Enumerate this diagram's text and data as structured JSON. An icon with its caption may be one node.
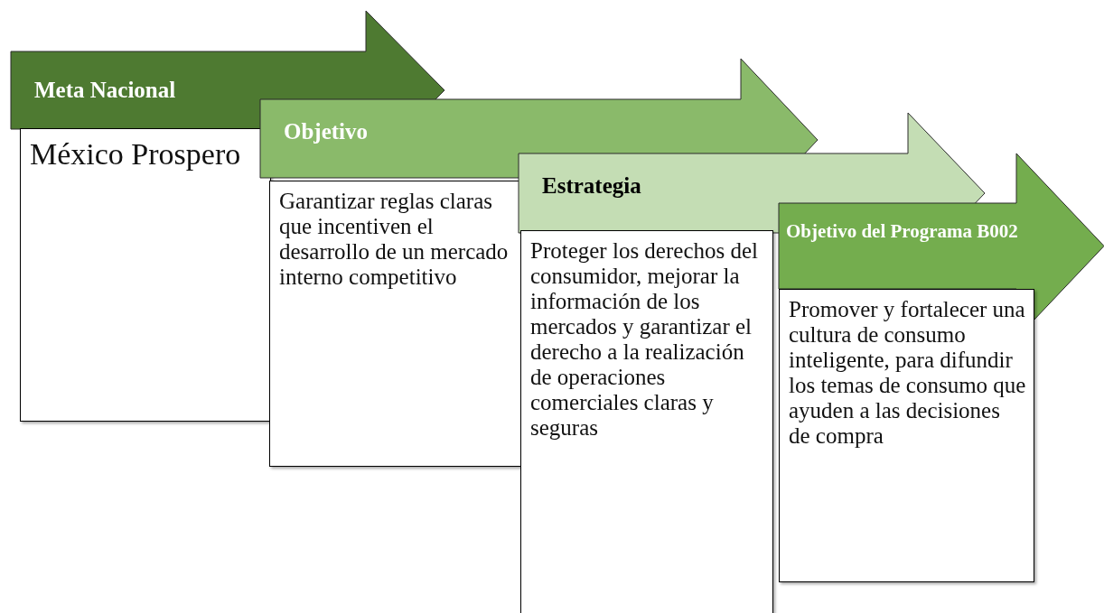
{
  "diagram": {
    "nodes": [
      {
        "text": [
          "Meta Nacional"
        ]
      },
      {
        "text": [
          "México Prospero"
        ]
      },
      {
        "text": [
          "Objetivo"
        ]
      },
      {
        "text": [
          "Garantizar reglas claras que incentiven el desarrollo de un mercado interno competitivo"
        ]
      },
      {
        "text": [
          "Estrategia"
        ]
      },
      {
        "text": [
          "Proteger los derechos del consumidor, mejorar la información de los mercados y garantizar el derecho a la realización de operaciones comerciales claras y seguras"
        ]
      },
      {
        "text": [
          "Objetivo del Programa B002"
        ]
      },
      {
        "text": [
          "Promover y fortalecer una cultura de consumo inteligente, para difundir los temas de consumo que ayuden a las decisiones de compra"
        ]
      }
    ]
  }
}
